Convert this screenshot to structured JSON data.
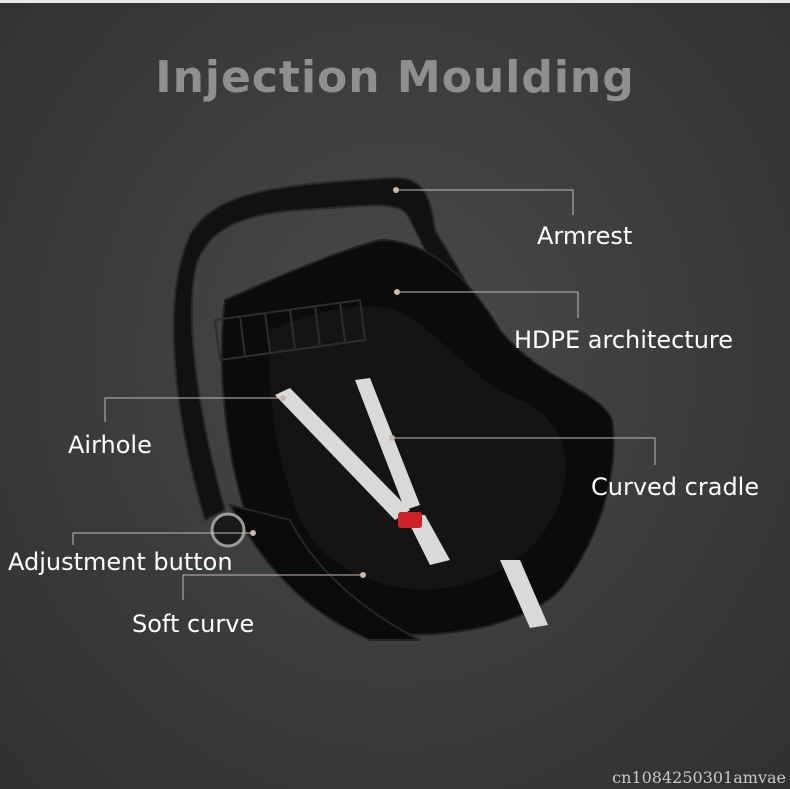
{
  "title": "Injection Moulding",
  "labels": {
    "armrest": "Armrest",
    "hdpe": "HDPE architecture",
    "airhole": "Airhole",
    "curved_cradle": "Curved cradle",
    "adjustment_button": "Adjustment button",
    "soft_curve": "Soft curve"
  },
  "watermark": "cn1084250301amvae",
  "colors": {
    "background": "#3d3d3d",
    "title": "#8f8f8f",
    "seat": "#0b0b0b",
    "strap": "#d9d9d9",
    "buckle": "#d2202a",
    "leader": "#c9b8b0"
  }
}
